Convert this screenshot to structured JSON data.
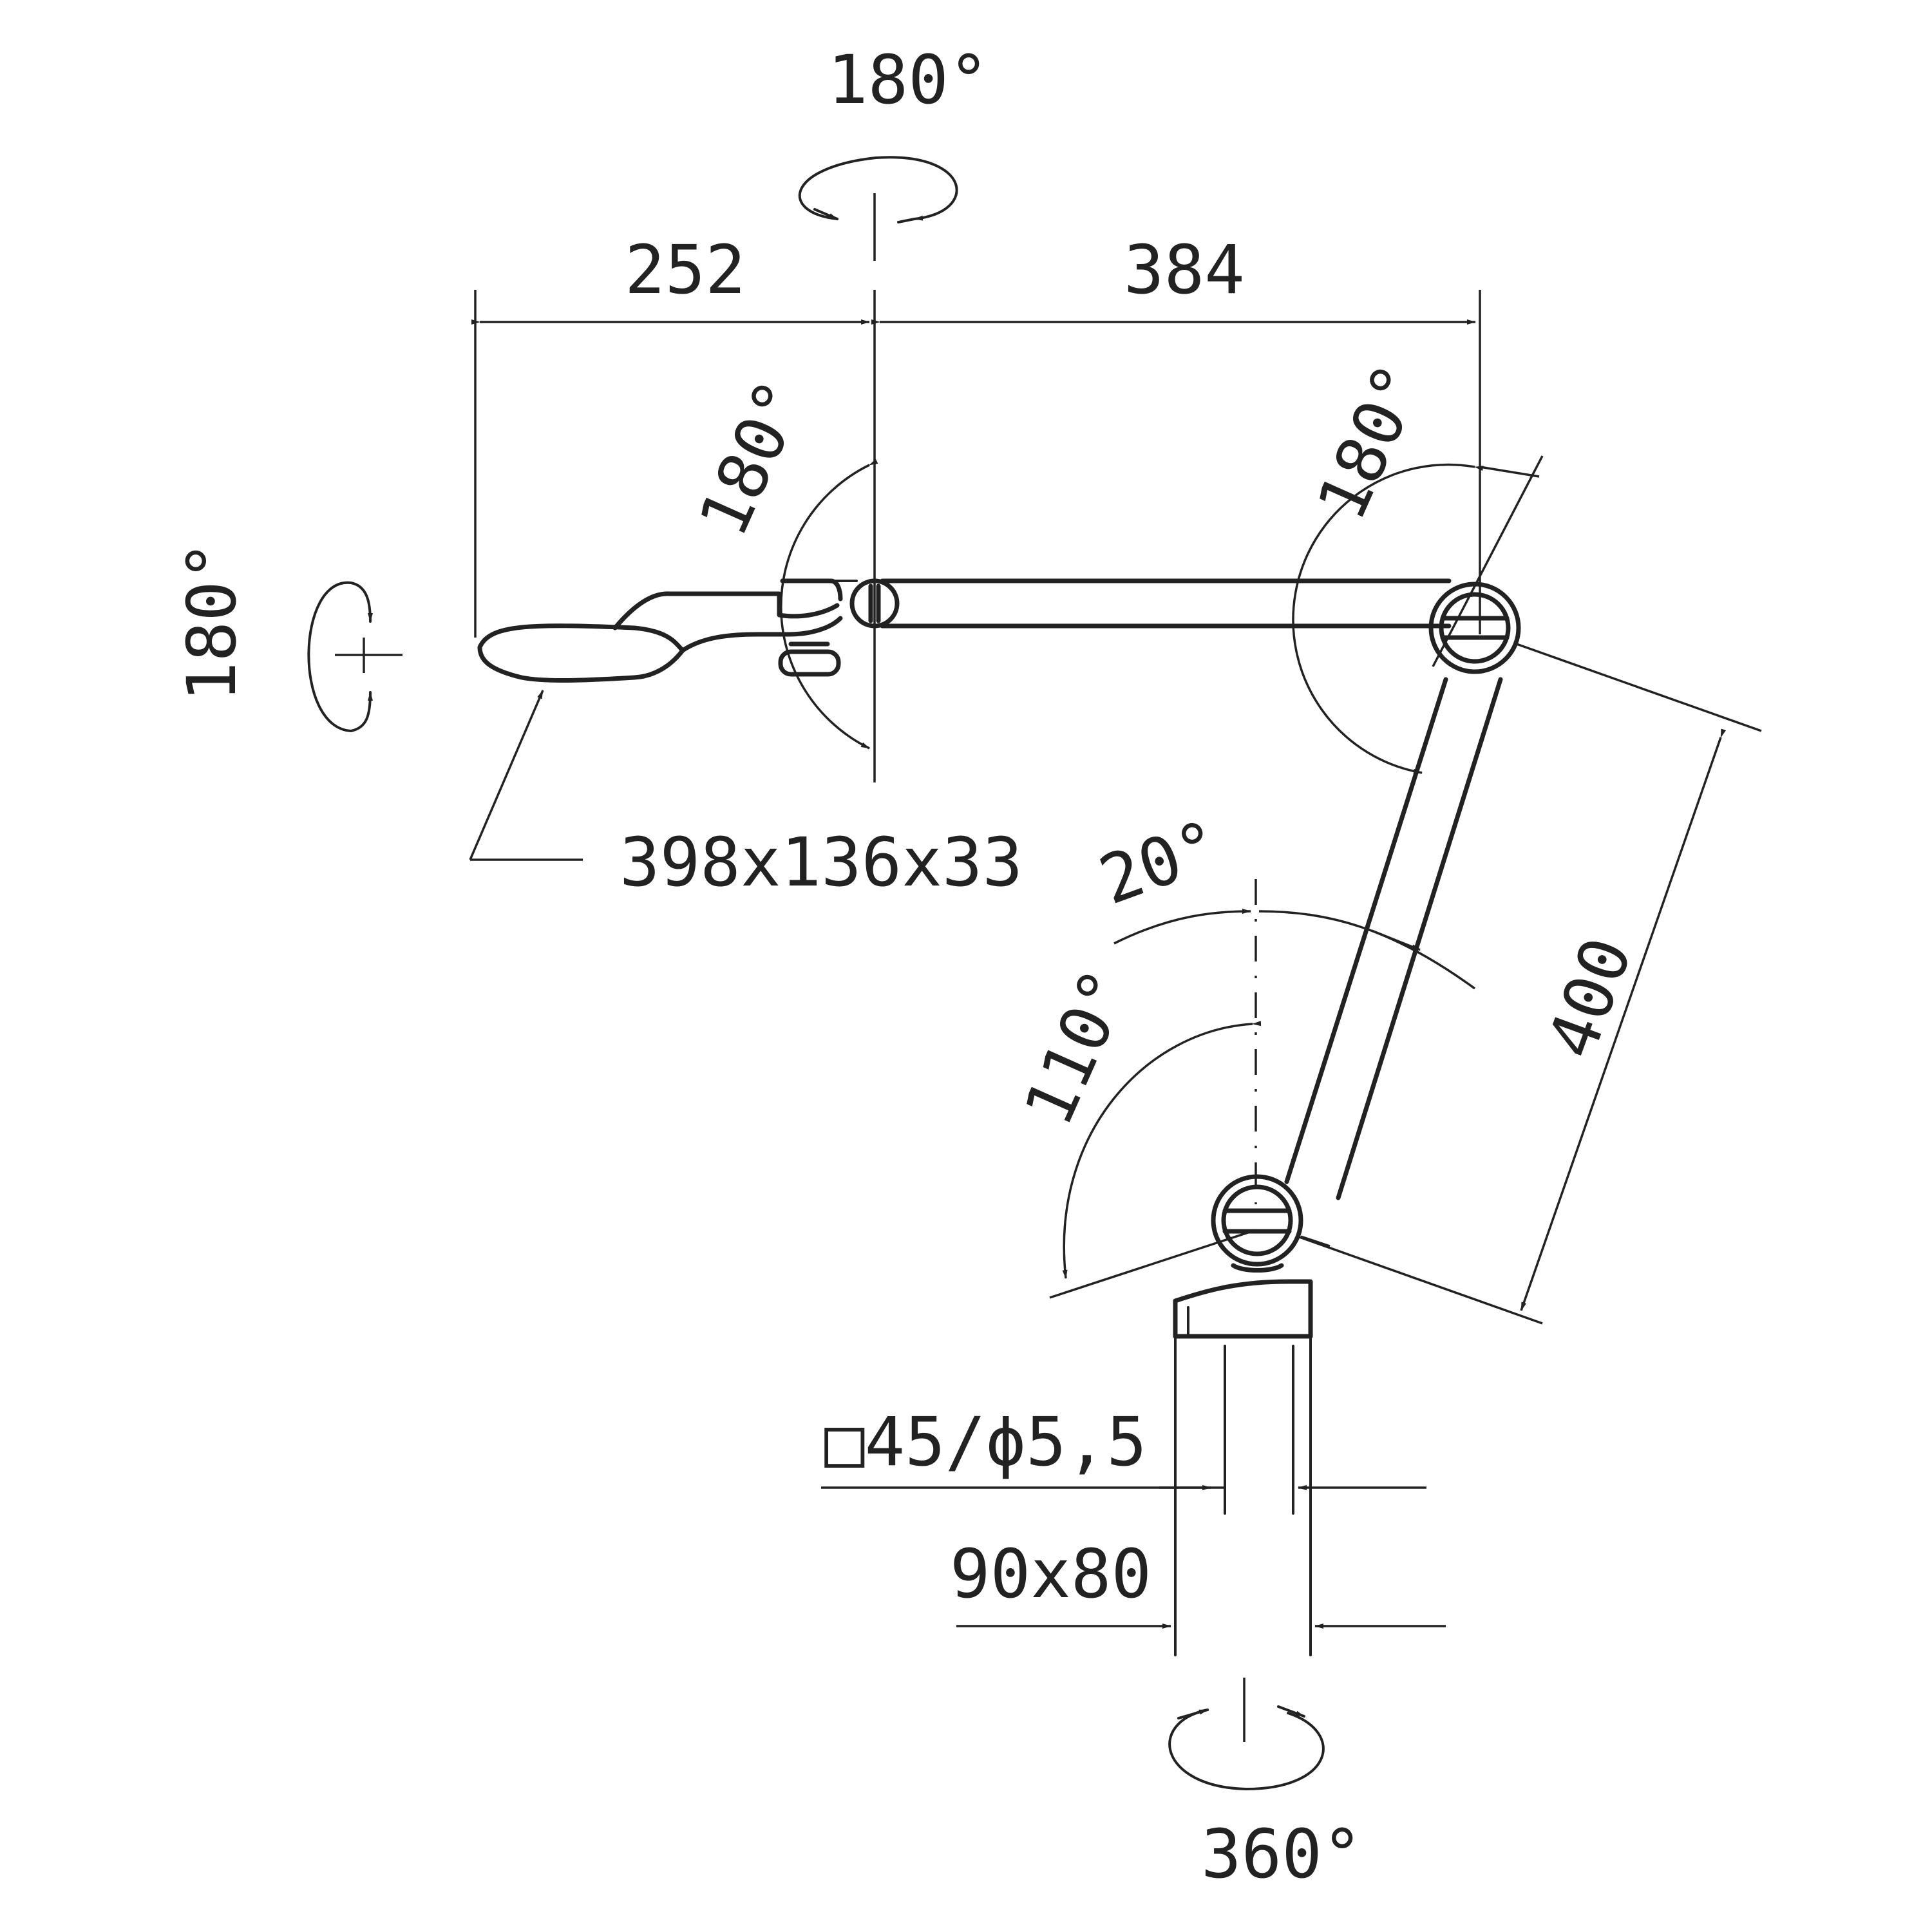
{
  "labels": {
    "rot_top": "180°",
    "width_head": "252",
    "width_arm": "384",
    "joint_head": "180°",
    "joint_elbow": "180°",
    "rot_head": "180°",
    "head_size": "398x136x33",
    "tilt_forward": "20°",
    "tilt_back": "110°",
    "arm_length": "400",
    "mount_plate": "□45/ϕ5,5",
    "base_size": "90x80",
    "rot_base": "360°"
  },
  "colors": {
    "line": "#222222",
    "background": "#ffffff"
  }
}
